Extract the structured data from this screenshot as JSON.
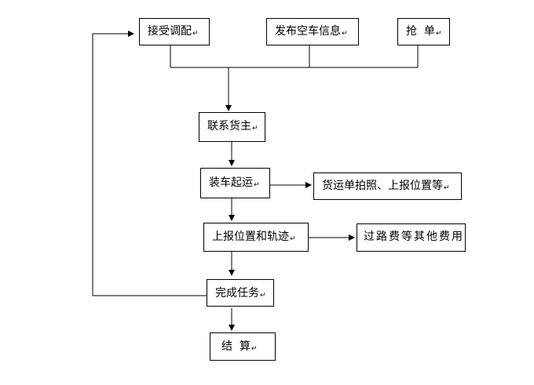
{
  "nodes": {
    "accept": {
      "label": "接受调配"
    },
    "publish": {
      "label": "发布空车信息"
    },
    "grab": {
      "label": "抢  单"
    },
    "contact": {
      "label": "联系货主"
    },
    "load": {
      "label": "装车起运"
    },
    "photo": {
      "label": "货运单拍照、上报位置等"
    },
    "report": {
      "label": "上报位置和轨迹"
    },
    "fees": {
      "label": "过路费等其他费用"
    },
    "complete": {
      "label": "完成任务"
    },
    "settle": {
      "label": "结  算"
    }
  },
  "colors": {
    "line": "#000000",
    "box_border": "#000000",
    "text": "#000000"
  }
}
